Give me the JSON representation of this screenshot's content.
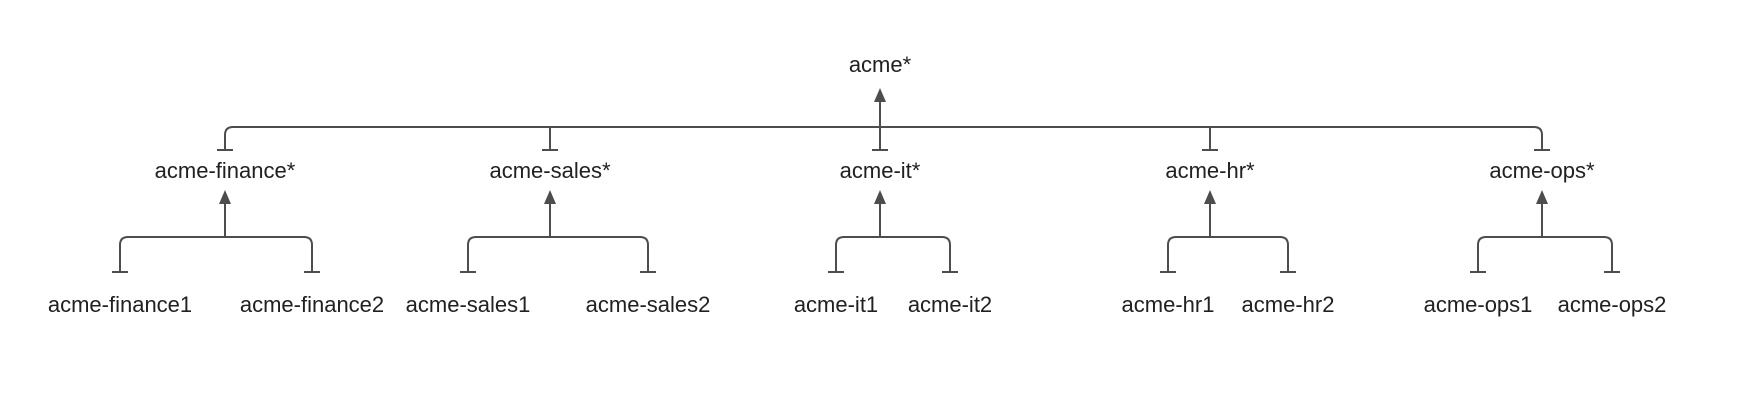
{
  "diagram": {
    "type": "tree",
    "background": "#ffffff",
    "line_color": "#4d4d4d",
    "text_color": "#212121",
    "root": {
      "label": "acme*"
    },
    "groups": [
      {
        "label": "acme-finance*",
        "children": [
          {
            "label": "acme-finance1"
          },
          {
            "label": "acme-finance2"
          }
        ]
      },
      {
        "label": "acme-sales*",
        "children": [
          {
            "label": "acme-sales1"
          },
          {
            "label": "acme-sales2"
          }
        ]
      },
      {
        "label": "acme-it*",
        "children": [
          {
            "label": "acme-it1"
          },
          {
            "label": "acme-it2"
          }
        ]
      },
      {
        "label": "acme-hr*",
        "children": [
          {
            "label": "acme-hr1"
          },
          {
            "label": "acme-hr2"
          }
        ]
      },
      {
        "label": "acme-ops*",
        "children": [
          {
            "label": "acme-ops1"
          },
          {
            "label": "acme-ops2"
          }
        ]
      }
    ]
  }
}
